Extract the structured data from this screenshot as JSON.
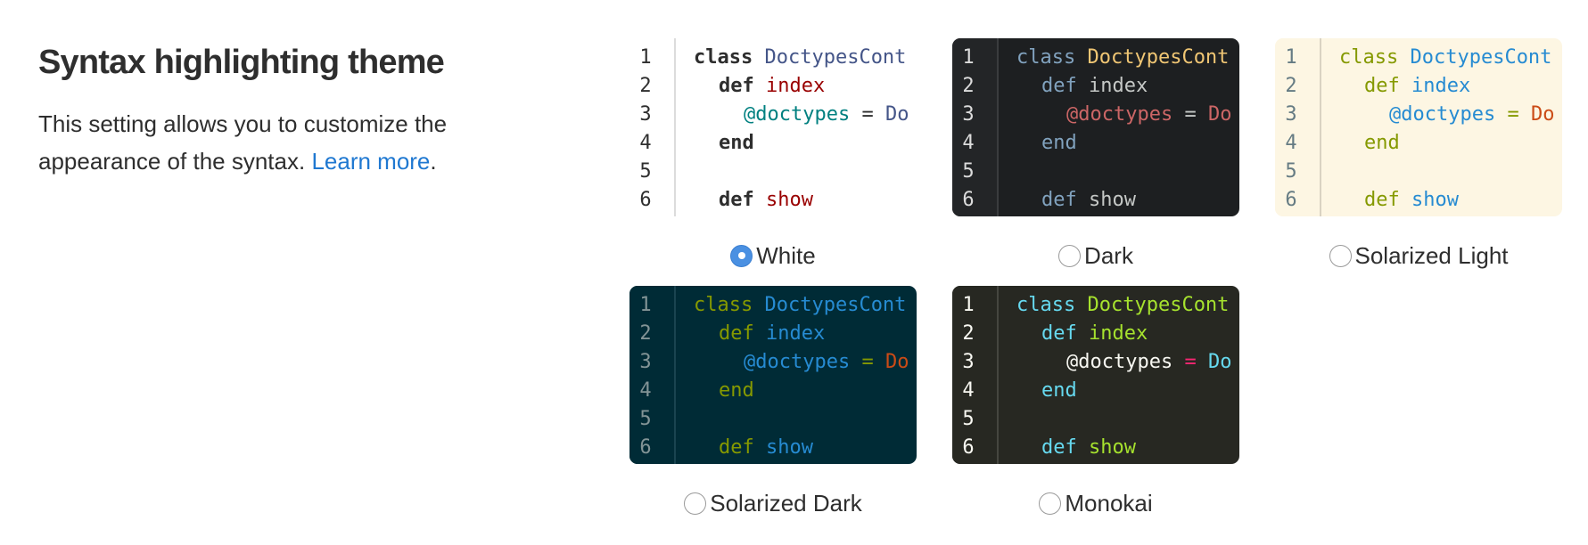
{
  "intro": {
    "title": "Syntax highlighting theme",
    "desc_before": "This setting allows you to customize the appearance of the syntax.",
    "link": "Learn more",
    "desc_after": "."
  },
  "line_numbers": [
    "1",
    "2",
    "3",
    "4",
    "5",
    "6"
  ],
  "code_tokens": {
    "class_kw": "class",
    "class_name": "DoctypesCont",
    "def_kw": "def",
    "index_fn": "index",
    "ivar": "@doctypes",
    "eq": "=",
    "const": "Do",
    "end_kw": "end",
    "show_fn": "show"
  },
  "themes": [
    {
      "key": "white",
      "label": "White",
      "selected": true,
      "colors": {
        "bg": "#ffffff",
        "gutter_bg": "#ffffff",
        "gutter_border": "#dcdcdc",
        "ln": "#2e2e2e",
        "kw": "#2e2e2e",
        "cls": "#445588",
        "fn": "#990000",
        "ivar": "#008080",
        "op": "#2e2e2e",
        "const": "#445588",
        "end": "#2e2e2e"
      },
      "bold_kw": true
    },
    {
      "key": "dark",
      "label": "Dark",
      "selected": false,
      "colors": {
        "bg": "#1d1f21",
        "gutter_bg": "#232527",
        "gutter_border": "#3a3c3e",
        "ln": "#dcdcdc",
        "kw": "#81a2be",
        "cls": "#f0c674",
        "fn": "#c5c8c6",
        "ivar": "#cc6666",
        "op": "#c5c8c6",
        "const": "#cc6666",
        "end": "#81a2be"
      },
      "bold_kw": false
    },
    {
      "key": "solarized-light",
      "label": "Solarized Light",
      "selected": false,
      "colors": {
        "bg": "#fdf6e3",
        "gutter_bg": "#fdf6e3",
        "gutter_border": "#d9d2c2",
        "ln": "#657b83",
        "kw": "#859900",
        "cls": "#268bd2",
        "fn": "#268bd2",
        "ivar": "#268bd2",
        "op": "#859900",
        "const": "#cb4b16",
        "end": "#859900"
      },
      "bold_kw": false
    },
    {
      "key": "solarized-dark",
      "label": "Solarized Dark",
      "selected": false,
      "colors": {
        "bg": "#002b36",
        "gutter_bg": "#002b36",
        "gutter_border": "#1a4450",
        "ln": "#839496",
        "kw": "#859900",
        "cls": "#268bd2",
        "fn": "#268bd2",
        "ivar": "#268bd2",
        "op": "#859900",
        "const": "#cb4b16",
        "end": "#859900"
      },
      "bold_kw": false
    },
    {
      "key": "monokai",
      "label": "Monokai",
      "selected": false,
      "colors": {
        "bg": "#272822",
        "gutter_bg": "#272822",
        "gutter_border": "#45463f",
        "ln": "#f8f8f2",
        "kw": "#66d9ef",
        "cls": "#a6e22e",
        "fn": "#a6e22e",
        "ivar": "#f8f8f2",
        "op": "#f92672",
        "const": "#66d9ef",
        "end": "#66d9ef"
      },
      "bold_kw": false
    }
  ]
}
